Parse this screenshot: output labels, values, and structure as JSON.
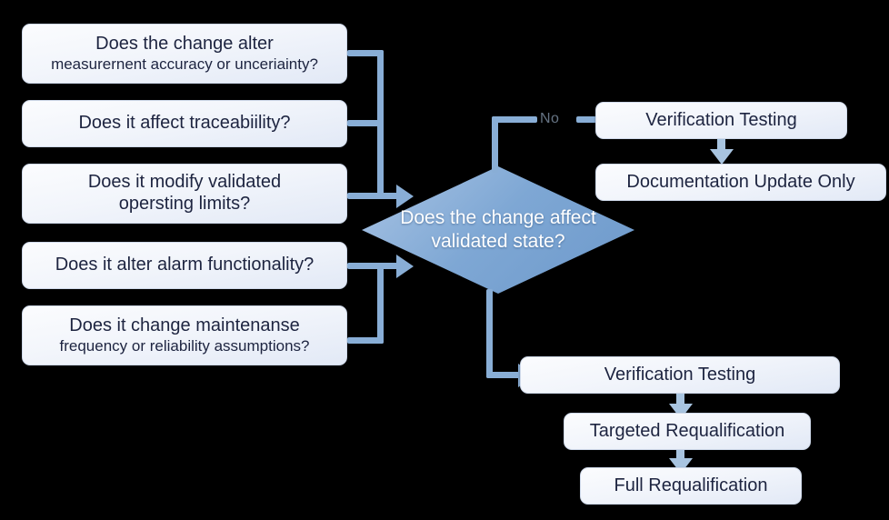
{
  "diagram": {
    "type": "flowchart",
    "background_color": "#000000",
    "box_fill": "#f2f5fb",
    "box_text_color": "#1d2440",
    "connector_color": "#89aed6",
    "decision_fill": "#7ea7d4",
    "decision_text_color": "#ffffff"
  },
  "questions": [
    {
      "line1": "Does the change alter",
      "line2": "measurernent accuracy or unceriainty?"
    },
    {
      "line1": "Does it affect traceabiility?",
      "line2": ""
    },
    {
      "line1": "Does it modify validated",
      "line2": "opersting limits?"
    },
    {
      "line1": "Does it alter alarm functionality?",
      "line2": ""
    },
    {
      "line1": "Does it change maintenanse",
      "line2": "frequency or reliability assumptions?"
    }
  ],
  "decision": {
    "line1": "Does the change",
    "line2": "affect validated state?"
  },
  "edge_labels": {
    "no": "No"
  },
  "no_branch": [
    {
      "label": "Verification Testing"
    },
    {
      "label": "Documentation Update Only"
    }
  ],
  "yes_branch": [
    {
      "label": "Verification Testing"
    },
    {
      "label": "Targeted Requalification"
    },
    {
      "label": "Full Requalification"
    }
  ]
}
